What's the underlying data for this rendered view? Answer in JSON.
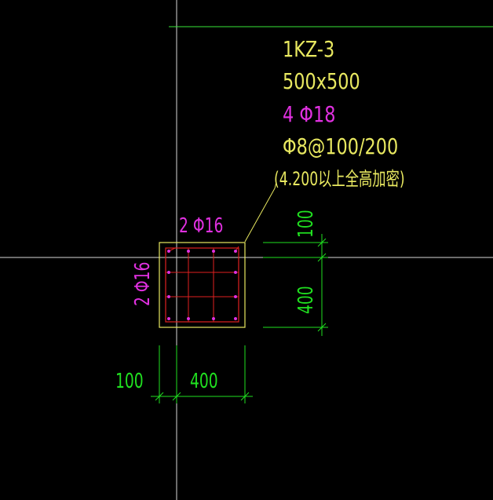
{
  "colors": {
    "background": "#000000",
    "axis": "#ffffff",
    "grid_green": "#39e639",
    "label_yellow": "#e8e860",
    "rebar_magenta": "#e030e0",
    "stirrup_red": "#e02020",
    "dimension_green": "#20e020",
    "column_outline": "#e8e860"
  },
  "column": {
    "id": "1KZ-3",
    "size": "500x500",
    "main_rebar": "4 Φ18",
    "stirrup": "Φ8@100/200",
    "note": "(4.200以上全高加密)",
    "top_side_rebar": "2 Φ16",
    "left_side_rebar": "2 Φ16"
  },
  "dimensions": {
    "right_upper": "100",
    "right_lower": "400",
    "bottom_left": "100",
    "bottom_right": "400"
  }
}
